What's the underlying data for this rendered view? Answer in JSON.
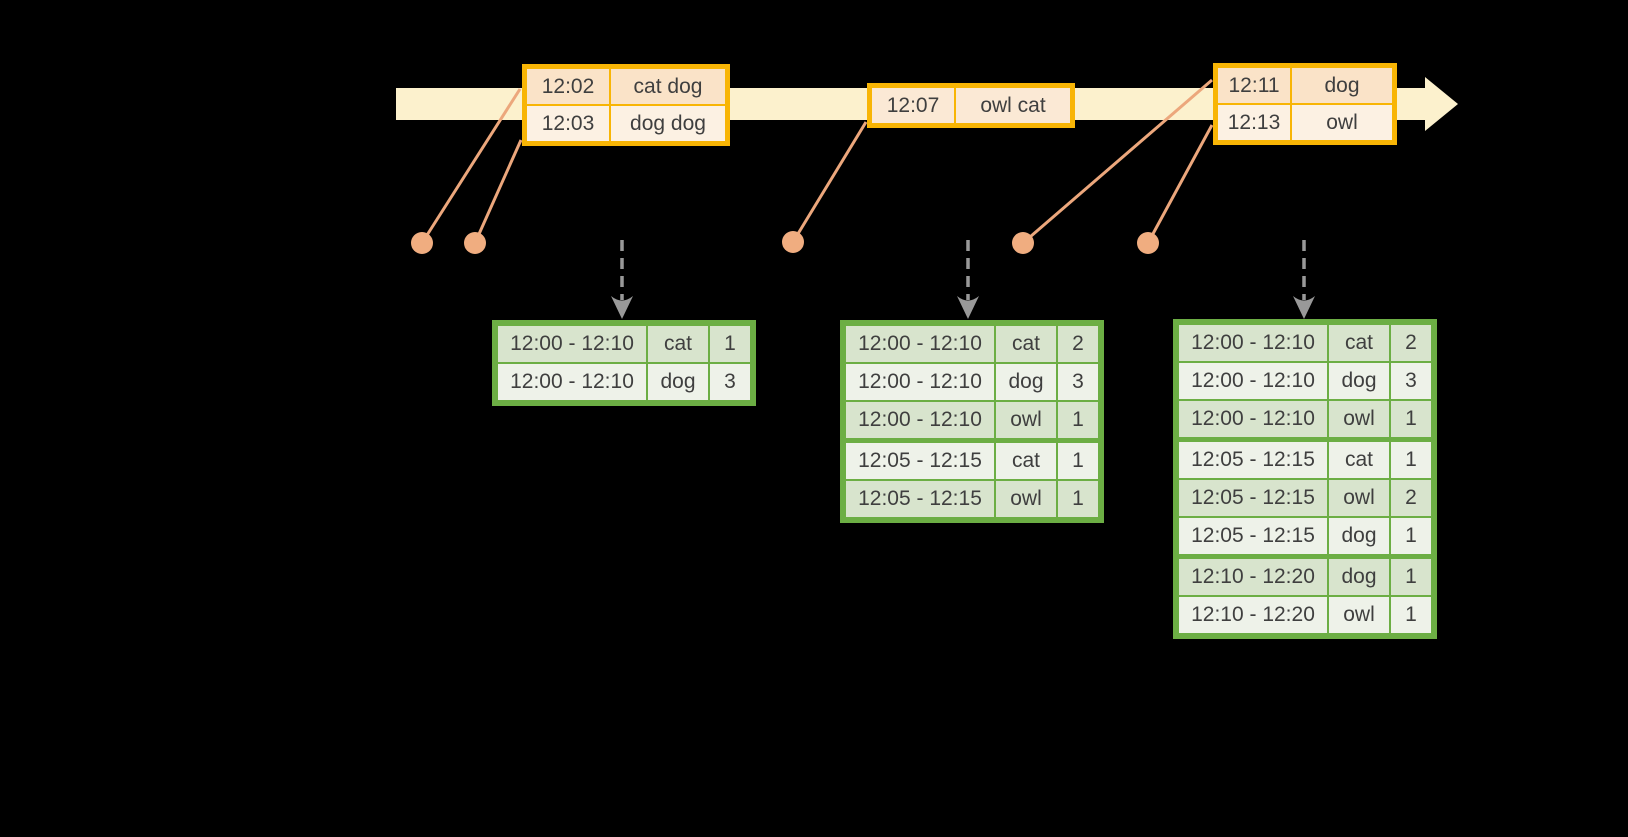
{
  "colors": {
    "background": "#000000",
    "timeline_fill": "#FCF1CD",
    "event_border": "#F8B505",
    "event_row_dark": "#FAE3C8",
    "event_row_light": "#FCF1E3",
    "event_row_mid": "#FBE9D5",
    "connector": "#ECA77C",
    "dot_fill": "#F0AD80",
    "trigger_arrow": "#999999",
    "result_border": "#6CAE44",
    "result_row_dark": "#D8E4CD",
    "result_row_light": "#EEF2E9",
    "text": "#3F3F3F"
  },
  "event_tables": [
    {
      "rows": [
        [
          "12:02",
          "cat dog"
        ],
        [
          "12:03",
          "dog dog"
        ]
      ]
    },
    {
      "rows": [
        [
          "12:07",
          "owl cat"
        ]
      ]
    },
    {
      "rows": [
        [
          "12:11",
          "dog"
        ],
        [
          "12:13",
          "owl"
        ]
      ]
    }
  ],
  "result_tables": [
    {
      "group_breaks": [],
      "rows": [
        [
          "12:00 - 12:10",
          "cat",
          "1"
        ],
        [
          "12:00 - 12:10",
          "dog",
          "3"
        ]
      ]
    },
    {
      "group_breaks": [
        3
      ],
      "rows": [
        [
          "12:00 - 12:10",
          "cat",
          "2"
        ],
        [
          "12:00 - 12:10",
          "dog",
          "3"
        ],
        [
          "12:00 - 12:10",
          "owl",
          "1"
        ],
        [
          "12:05 - 12:15",
          "cat",
          "1"
        ],
        [
          "12:05 - 12:15",
          "owl",
          "1"
        ]
      ]
    },
    {
      "group_breaks": [
        3,
        6
      ],
      "rows": [
        [
          "12:00 - 12:10",
          "cat",
          "2"
        ],
        [
          "12:00 - 12:10",
          "dog",
          "3"
        ],
        [
          "12:00 - 12:10",
          "owl",
          "1"
        ],
        [
          "12:05 - 12:15",
          "cat",
          "1"
        ],
        [
          "12:05 - 12:15",
          "owl",
          "2"
        ],
        [
          "12:05 - 12:15",
          "dog",
          "1"
        ],
        [
          "12:10 - 12:20",
          "dog",
          "1"
        ],
        [
          "12:10 - 12:20",
          "owl",
          "1"
        ]
      ]
    }
  ]
}
